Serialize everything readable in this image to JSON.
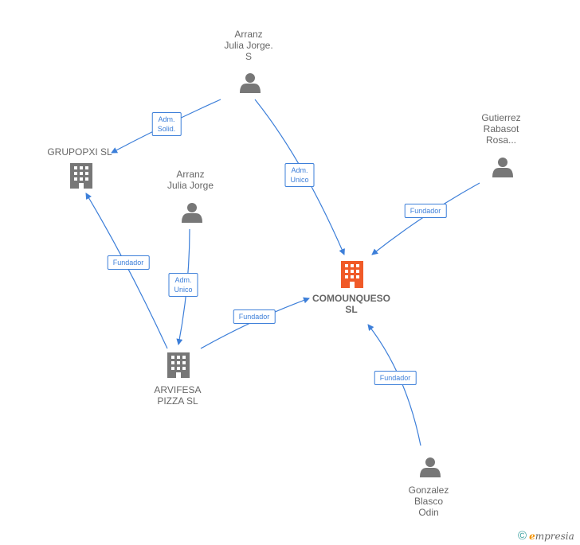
{
  "colors": {
    "edge": "#3d7fd9",
    "person": "#777777",
    "company": "#777777",
    "main_company": "#f05a28",
    "label": "#666666"
  },
  "nodes": {
    "arranz_julia_jorge_s": {
      "lines": [
        "Arranz",
        "Julia Jorge.",
        "S"
      ],
      "icon": "person-icon"
    },
    "gutierrez_rabasot": {
      "lines": [
        "Gutierrez",
        "Rabasot",
        "Rosa..."
      ],
      "icon": "person-icon"
    },
    "grupopxi": {
      "lines": [
        "GRUPOPXI SL"
      ],
      "icon": "building-icon"
    },
    "arranz_julia_jorge": {
      "lines": [
        "Arranz",
        "Julia Jorge"
      ],
      "icon": "person-icon"
    },
    "comounqueso": {
      "lines": [
        "COMOUNQUESO",
        "SL"
      ],
      "icon": "building-icon"
    },
    "arvifesa": {
      "lines": [
        "ARVIFESA",
        "PIZZA SL"
      ],
      "icon": "building-icon"
    },
    "gonzalez_blasco": {
      "lines": [
        "Gonzalez",
        "Blasco",
        "Odin"
      ],
      "icon": "person-icon"
    }
  },
  "edges": [
    {
      "from": "arranz_julia_jorge_s",
      "to": "grupopxi",
      "label": [
        "Adm.",
        "Solid."
      ]
    },
    {
      "from": "arranz_julia_jorge_s",
      "to": "comounqueso",
      "label": [
        "Adm.",
        "Unico"
      ]
    },
    {
      "from": "gutierrez_rabasot",
      "to": "comounqueso",
      "label": [
        "Fundador"
      ]
    },
    {
      "from": "arranz_julia_jorge",
      "to": "arvifesa",
      "label": [
        "Adm.",
        "Unico"
      ]
    },
    {
      "from": "arvifesa",
      "to": "grupopxi",
      "label": [
        "Fundador"
      ]
    },
    {
      "from": "arvifesa",
      "to": "comounqueso",
      "label": [
        "Fundador"
      ]
    },
    {
      "from": "gonzalez_blasco",
      "to": "comounqueso",
      "label": [
        "Fundador"
      ]
    }
  ],
  "footer": {
    "copyright_symbol": "©",
    "brand_initial": "e",
    "brand_rest": "mpresia"
  }
}
